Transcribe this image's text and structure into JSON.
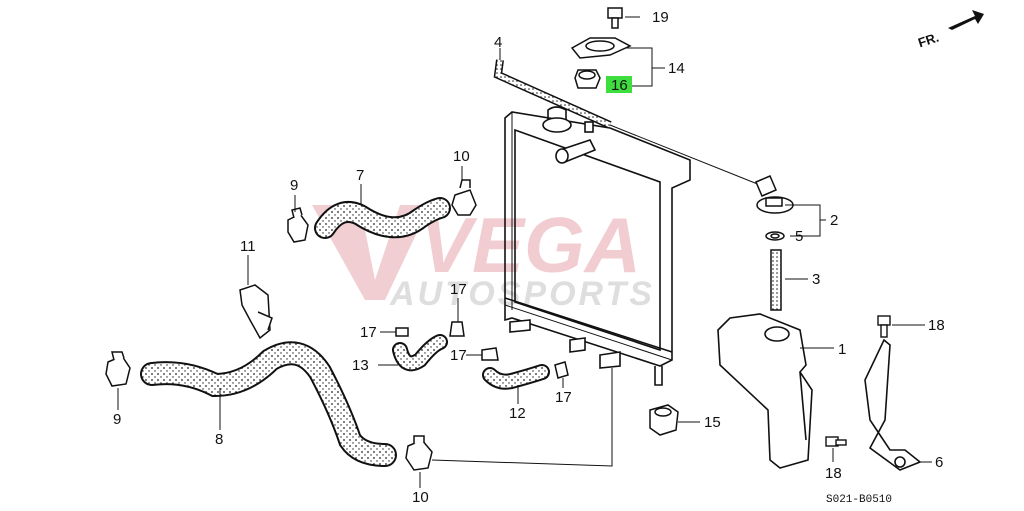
{
  "watermark": {
    "brand": "VEGA",
    "sub": "AUTOSPORTS",
    "color": "#d9192e"
  },
  "direction_marker": "FR.",
  "diagram_code": "S021-B0510",
  "highlight_color": "#3dde3d",
  "callouts": {
    "c1": "1",
    "c2": "2",
    "c3": "3",
    "c4": "4",
    "c5": "5",
    "c6": "6",
    "c7": "7",
    "c8": "8",
    "c9a": "9",
    "c9b": "9",
    "c10a": "10",
    "c10b": "10",
    "c11": "11",
    "c12": "12",
    "c13": "13",
    "c14": "14",
    "c15": "15",
    "c16": "16",
    "c17a": "17",
    "c17b": "17",
    "c17c": "17",
    "c17d": "17",
    "c18a": "18",
    "c18b": "18",
    "c19": "19"
  }
}
